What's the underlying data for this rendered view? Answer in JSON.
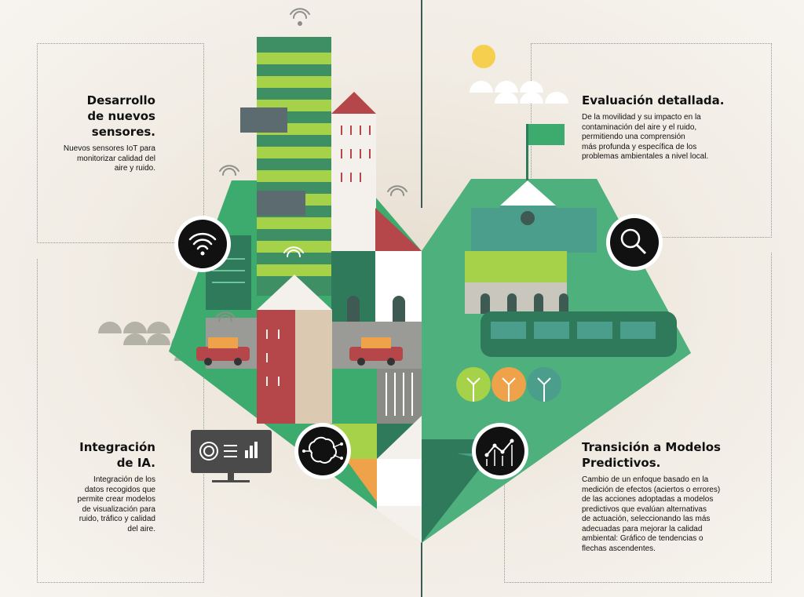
{
  "sections": [
    {
      "id": "sensors",
      "title_lines": [
        "Desarrollo",
        "de nuevos",
        "sensores."
      ],
      "body_lines": [
        "Nuevos sensores IoT para",
        "monitorizar calidad del",
        "aire y ruido."
      ],
      "icon": "wifi-icon"
    },
    {
      "id": "evaluation",
      "title_lines": [
        "Evaluación detallada."
      ],
      "body_lines": [
        "De la movilidad y su impacto en la",
        "contaminación del aire y el ruido,",
        "permitiendo una comprensión",
        "más profunda y específica de los",
        "problemas ambientales a nivel local."
      ],
      "icon": "magnifier-icon"
    },
    {
      "id": "ai",
      "title_lines": [
        "Integración",
        "de IA."
      ],
      "body_lines": [
        "Integración de los",
        "datos recogidos que",
        "permite crear modelos",
        "de visualización para",
        "ruido, tráfico y calidad",
        "del aire."
      ],
      "icon": "ai-brain-icon"
    },
    {
      "id": "predictive",
      "title_lines": [
        "Transición a Modelos",
        "Predictivos."
      ],
      "body_lines": [
        "Cambio de un enfoque basado en la",
        "medición de efectos (aciertos o errores)",
        "de las acciones adoptadas a modelos",
        "predictivos que evalúan alternativas",
        "de actuación, seleccionando las más",
        "adecuadas para mejorar la calidad",
        "ambiental: Gráfico de tendencias o",
        "flechas ascendentes."
      ],
      "icon": "trend-chart-icon"
    }
  ],
  "colors": {
    "green": "#3daa6e",
    "dark_green": "#2e7a5b",
    "lime": "#a6d24a",
    "red": "#b5474b",
    "orange": "#f0a24a",
    "teal": "#4c9e8c",
    "black": "#111111"
  }
}
